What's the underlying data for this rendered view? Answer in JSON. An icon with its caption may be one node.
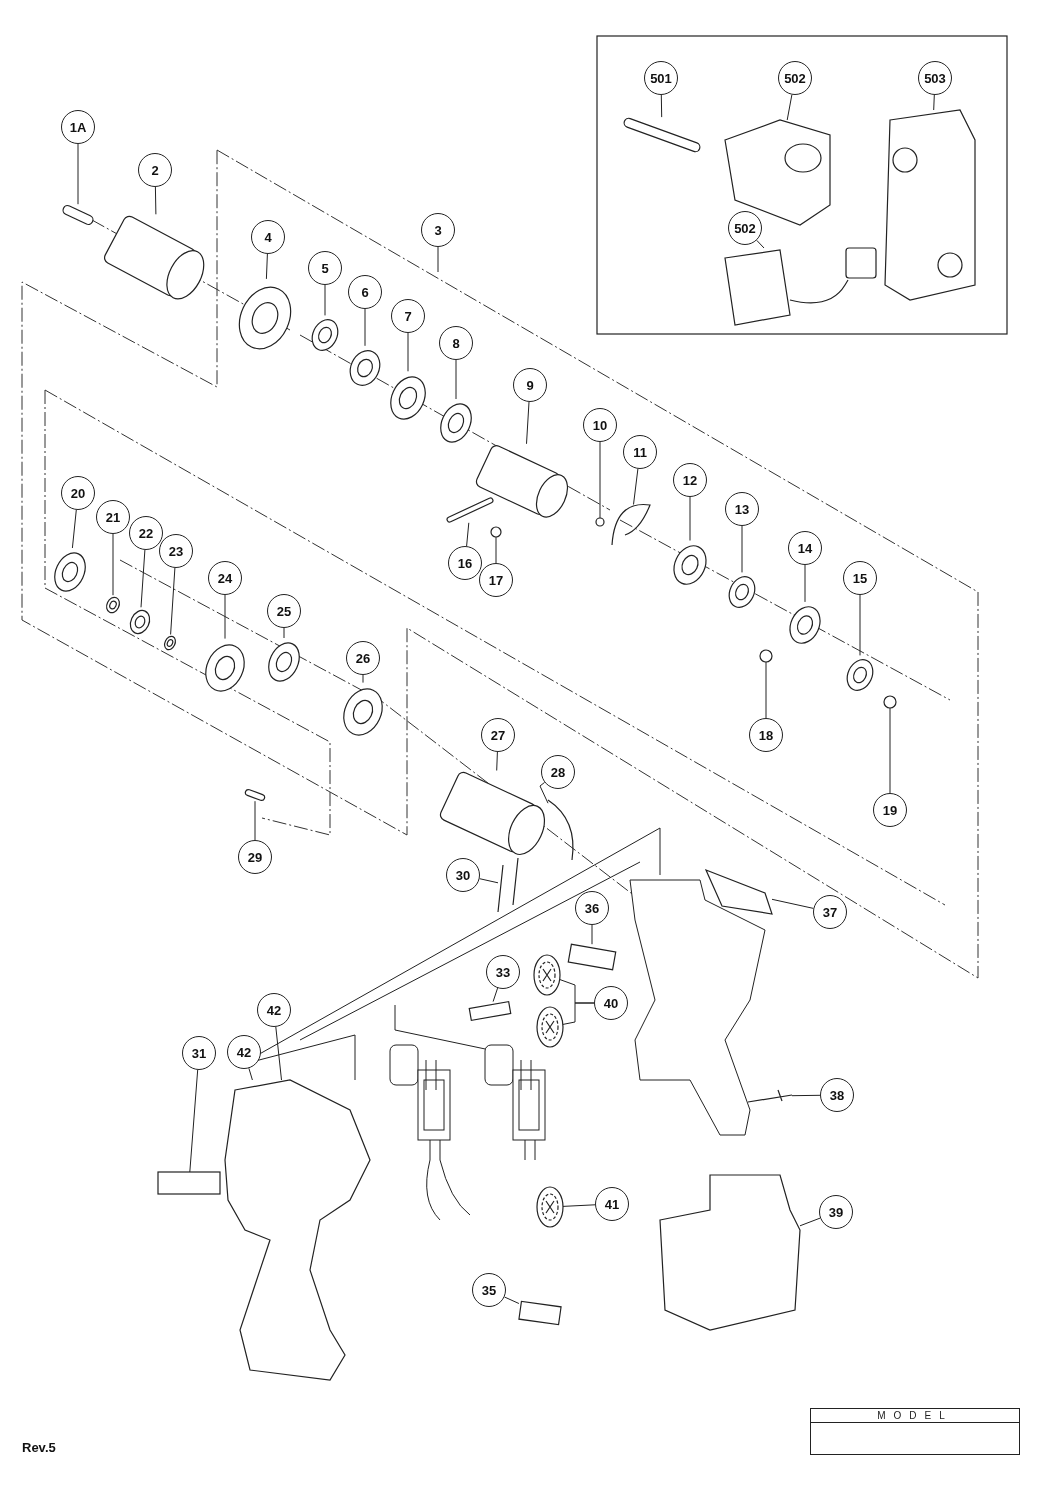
{
  "diagram": {
    "nodes": [
      {
        "text": [
          "1A"
        ]
      },
      {
        "text": [
          "2"
        ]
      },
      {
        "text": [
          "3"
        ]
      },
      {
        "text": [
          "4"
        ]
      },
      {
        "text": [
          "5"
        ]
      },
      {
        "text": [
          "6"
        ]
      },
      {
        "text": [
          "7"
        ]
      },
      {
        "text": [
          "8"
        ]
      },
      {
        "text": [
          "9"
        ]
      },
      {
        "text": [
          "10"
        ]
      },
      {
        "text": [
          "11"
        ]
      },
      {
        "text": [
          "12"
        ]
      },
      {
        "text": [
          "13"
        ]
      },
      {
        "text": [
          "14"
        ]
      },
      {
        "text": [
          "15"
        ]
      },
      {
        "text": [
          "16"
        ]
      },
      {
        "text": [
          "17"
        ]
      },
      {
        "text": [
          "18"
        ]
      },
      {
        "text": [
          "19"
        ]
      },
      {
        "text": [
          "20"
        ]
      },
      {
        "text": [
          "21"
        ]
      },
      {
        "text": [
          "22"
        ]
      },
      {
        "text": [
          "23"
        ]
      },
      {
        "text": [
          "24"
        ]
      },
      {
        "text": [
          "25"
        ]
      },
      {
        "text": [
          "26"
        ]
      },
      {
        "text": [
          "27"
        ]
      },
      {
        "text": [
          "28"
        ]
      },
      {
        "text": [
          "29"
        ]
      },
      {
        "text": [
          "30"
        ]
      },
      {
        "text": [
          "31"
        ]
      },
      {
        "text": [
          "33"
        ]
      },
      {
        "text": [
          "35"
        ]
      },
      {
        "text": [
          "36"
        ]
      },
      {
        "text": [
          "37"
        ]
      },
      {
        "text": [
          "38"
        ]
      },
      {
        "text": [
          "39"
        ]
      },
      {
        "text": [
          "40"
        ]
      },
      {
        "text": [
          "41"
        ]
      },
      {
        "text": [
          "42"
        ]
      },
      {
        "text": [
          "42"
        ]
      },
      {
        "text": [
          "501"
        ]
      },
      {
        "text": [
          "502"
        ]
      },
      {
        "text": [
          "503"
        ]
      },
      {
        "text": [
          "502"
        ]
      },
      {
        "text": [],
        "shape": "bar"
      },
      {
        "text": [],
        "shape": "cylinder"
      },
      {
        "text": [],
        "shape": "picture"
      },
      {
        "text": [],
        "shape": "picture"
      },
      {
        "text": [],
        "shape": "picture"
      },
      {
        "text": [],
        "shape": "picture"
      },
      {
        "text": [],
        "shape": "picture"
      },
      {
        "text": [],
        "shape": "cylinder"
      },
      {
        "text": [],
        "shape": "circle"
      },
      {
        "text": [],
        "shape": "picture"
      },
      {
        "text": [],
        "shape": "picture"
      },
      {
        "text": [],
        "shape": "picture"
      },
      {
        "text": [],
        "shape": "picture"
      },
      {
        "text": [],
        "shape": "picture"
      },
      {
        "text": [],
        "shape": "bar"
      },
      {
        "text": [],
        "shape": "circle"
      },
      {
        "text": [],
        "shape": "circle"
      },
      {
        "text": [],
        "shape": "circle"
      },
      {
        "text": [],
        "shape": "picture"
      },
      {
        "text": [],
        "shape": "picture"
      },
      {
        "text": [],
        "shape": "picture"
      },
      {
        "text": [],
        "shape": "picture"
      },
      {
        "text": [],
        "shape": "picture"
      },
      {
        "text": [],
        "shape": "picture"
      },
      {
        "text": [],
        "shape": "picture"
      },
      {
        "text": [],
        "shape": "cylinder"
      },
      {
        "text": [],
        "shape": "picture"
      },
      {
        "text": [],
        "shape": "bar"
      },
      {
        "text": [],
        "shape": "picture"
      },
      {
        "text": [],
        "shape": "box"
      },
      {
        "text": [],
        "shape": "box"
      },
      {
        "text": [],
        "shape": "box"
      },
      {
        "text": [],
        "shape": "box"
      },
      {
        "text": [],
        "shape": "picture"
      },
      {
        "text": [],
        "shape": "picture"
      },
      {
        "text": [],
        "shape": "picture"
      },
      {
        "text": [],
        "shape": "picture"
      },
      {
        "text": [],
        "shape": "picture"
      },
      {
        "text": [],
        "shape": "picture"
      },
      {
        "text": [],
        "shape": "picture"
      },
      {
        "text": [],
        "shape": "bar"
      },
      {
        "text": [],
        "shape": "picture"
      },
      {
        "text": [],
        "shape": "picture"
      },
      {
        "text": [],
        "shape": "picture"
      }
    ],
    "edges": [
      {
        "from": 0,
        "to": 45,
        "arrow": "none"
      },
      {
        "from": 1,
        "to": 46,
        "arrow": "none"
      },
      {
        "from": 2,
        "to": null,
        "arrow": "none"
      },
      {
        "from": 3,
        "to": 47,
        "arrow": "none"
      },
      {
        "from": 4,
        "to": 48,
        "arrow": "none"
      },
      {
        "from": 5,
        "to": 49,
        "arrow": "none"
      },
      {
        "from": 6,
        "to": 50,
        "arrow": "none"
      },
      {
        "from": 7,
        "to": 51,
        "arrow": "none"
      },
      {
        "from": 8,
        "to": 52,
        "arrow": "none"
      },
      {
        "from": 9,
        "to": 53,
        "arrow": "none"
      },
      {
        "from": 10,
        "to": 54,
        "arrow": "none"
      },
      {
        "from": 11,
        "to": 55,
        "arrow": "none"
      },
      {
        "from": 12,
        "to": 56,
        "arrow": "none"
      },
      {
        "from": 13,
        "to": 57,
        "arrow": "none"
      },
      {
        "from": 14,
        "to": 58,
        "arrow": "none"
      },
      {
        "from": 15,
        "to": 59,
        "arrow": "none"
      },
      {
        "from": 16,
        "to": 60,
        "arrow": "none"
      },
      {
        "from": 17,
        "to": 61,
        "arrow": "none"
      },
      {
        "from": 18,
        "to": 62,
        "arrow": "none"
      },
      {
        "from": 19,
        "to": 63,
        "arrow": "none"
      },
      {
        "from": 20,
        "to": 64,
        "arrow": "none"
      },
      {
        "from": 21,
        "to": 65,
        "arrow": "none"
      },
      {
        "from": 22,
        "to": 66,
        "arrow": "none"
      },
      {
        "from": 23,
        "to": 67,
        "arrow": "none"
      },
      {
        "from": 24,
        "to": 68,
        "arrow": "none"
      },
      {
        "from": 25,
        "to": 69,
        "arrow": "none"
      },
      {
        "from": 26,
        "to": 70,
        "arrow": "none"
      },
      {
        "from": 27,
        "to": 71,
        "arrow": "none"
      },
      {
        "from": 28,
        "to": 72,
        "arrow": "none"
      },
      {
        "from": 29,
        "to": 73,
        "arrow": "none"
      },
      {
        "from": 30,
        "to": 74,
        "arrow": "none"
      },
      {
        "from": 31,
        "to": 75,
        "arrow": "none"
      },
      {
        "from": 32,
        "to": 76,
        "arrow": "none"
      },
      {
        "from": 33,
        "to": 77,
        "arrow": "none"
      },
      {
        "from": 34,
        "to": 78,
        "arrow": "none"
      },
      {
        "from": 35,
        "to": 79,
        "arrow": "none"
      },
      {
        "from": 36,
        "to": 80,
        "arrow": "none"
      },
      {
        "from": 37,
        "to": 81,
        "arrow": "none"
      },
      {
        "from": 37,
        "to": 82,
        "arrow": "none"
      },
      {
        "from": 38,
        "to": 83,
        "arrow": "none"
      },
      {
        "from": 39,
        "to": 84,
        "arrow": "none"
      },
      {
        "from": 40,
        "to": 84,
        "arrow": "none"
      },
      {
        "from": 41,
        "to": 85,
        "arrow": "none"
      },
      {
        "from": 42,
        "to": 86,
        "arrow": "none"
      },
      {
        "from": 43,
        "to": 87,
        "arrow": "none"
      },
      {
        "from": 44,
        "to": 88,
        "arrow": "none"
      }
    ],
    "labels": [
      "MODEL",
      "Rev.5"
    ]
  }
}
